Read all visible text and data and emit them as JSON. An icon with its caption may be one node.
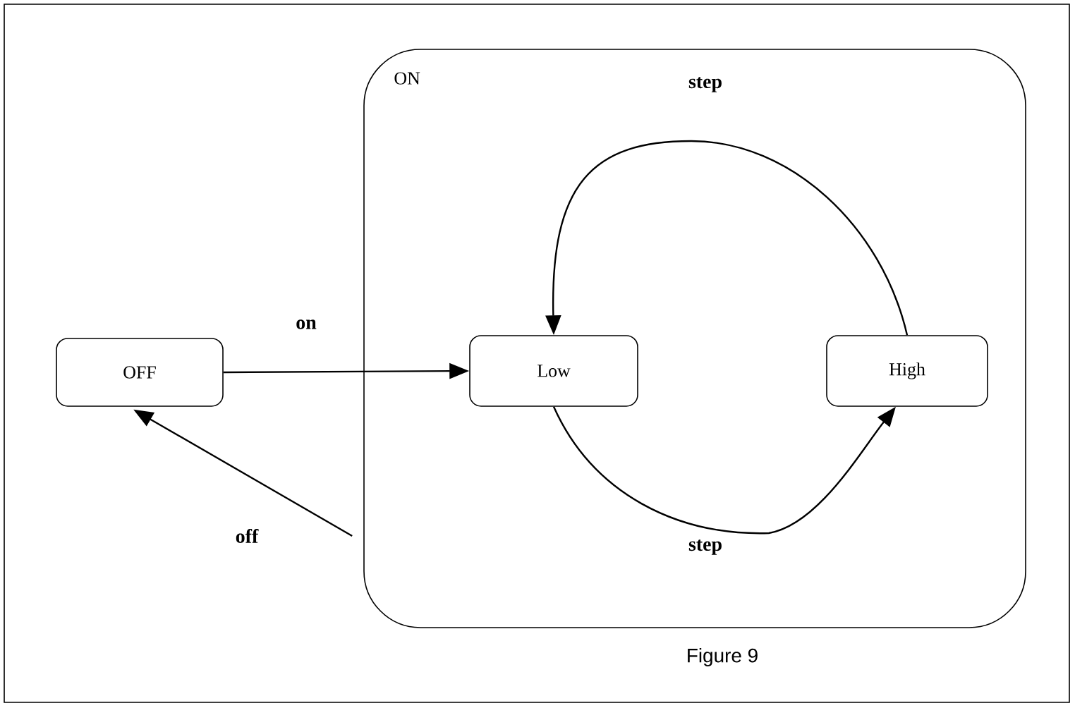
{
  "diagram": {
    "caption": "Figure 9",
    "nodes": [
      {
        "text": [
          "ON"
        ]
      },
      {
        "text": [
          "OFF"
        ]
      },
      {
        "text": [
          "Low"
        ],
        "in": 0
      },
      {
        "text": [
          "High"
        ],
        "in": 0
      }
    ],
    "edges": [
      {
        "from": 1,
        "to": 2,
        "arrow": "to",
        "label": "on"
      },
      {
        "from": 0,
        "to": 1,
        "arrow": "to",
        "label": "off"
      },
      {
        "from": 3,
        "to": 2,
        "arrow": "to",
        "label": "step"
      },
      {
        "from": 2,
        "to": 3,
        "arrow": "to",
        "label": "step"
      }
    ]
  }
}
